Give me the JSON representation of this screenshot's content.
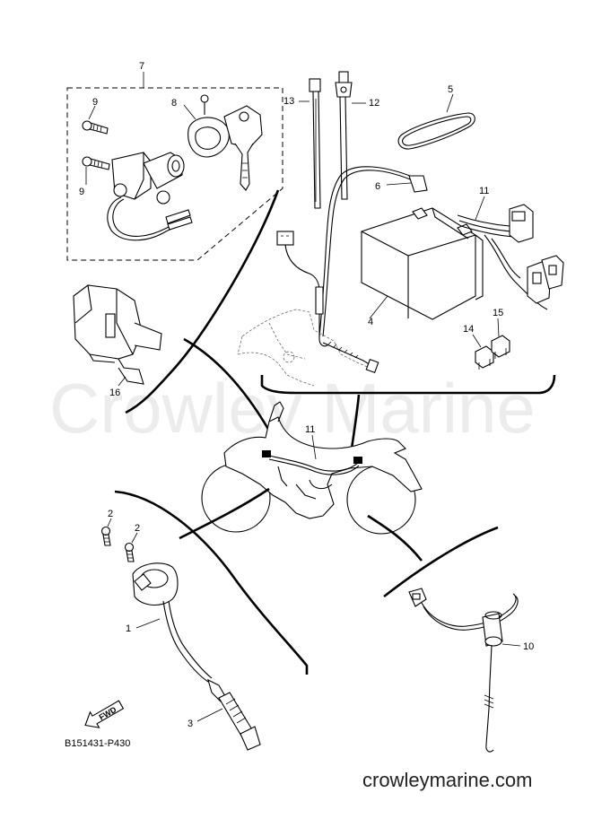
{
  "watermark": "Crowley Marine",
  "footer": {
    "diagram_code": "B151431-P430",
    "site": "crowleymarine.com"
  },
  "fwd_label": "FWD",
  "callouts": {
    "c1": "1",
    "c2a": "2",
    "c2b": "2",
    "c3": "3",
    "c4": "4",
    "c5": "5",
    "c6": "6",
    "c7": "7",
    "c8": "8",
    "c9a": "9",
    "c9b": "9",
    "c10": "10",
    "c11a": "11",
    "c11b": "11",
    "c12": "12",
    "c13": "13",
    "c14": "14",
    "c15": "15",
    "c16": "16"
  }
}
